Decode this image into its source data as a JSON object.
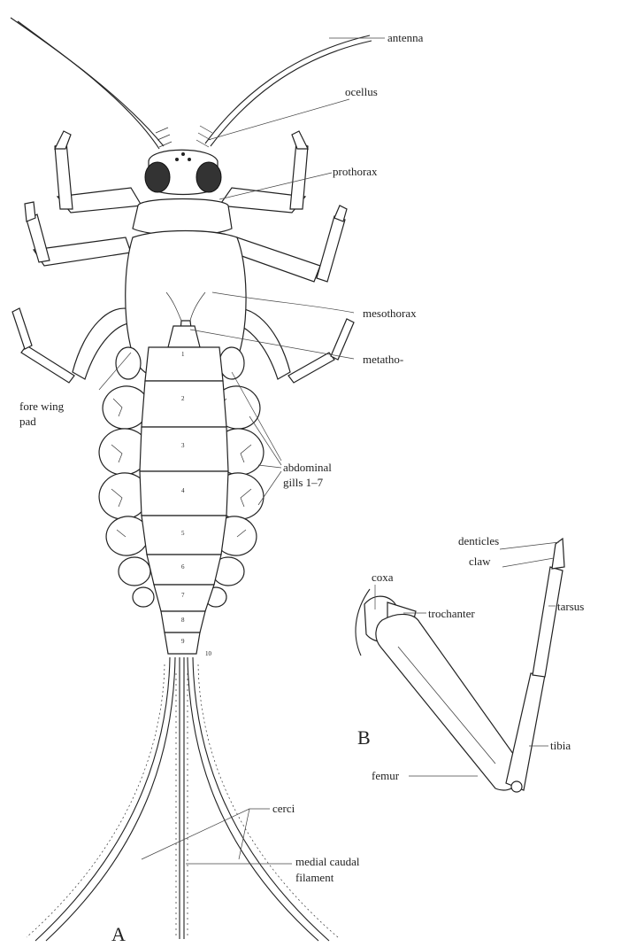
{
  "figure": {
    "labels": {
      "antenna": "antenna",
      "ocellus": "ocellus",
      "prothorax": "prothorax",
      "mesothorax": "mesothorax",
      "metathorax": "metatho-",
      "fore_wing_pad_1": "fore wing",
      "fore_wing_pad_2": "pad",
      "abdominal_gills_1": "abdominal",
      "abdominal_gills_2": "gills 1–7",
      "cerci": "cerci",
      "medial_caudal_1": "medial caudal",
      "medial_caudal_2": "filament",
      "panel_a": "A",
      "panel_b": "B",
      "coxa": "coxa",
      "trochanter": "trochanter",
      "femur": "femur",
      "tibia": "tibia",
      "tarsus": "tarsus",
      "claw": "claw",
      "denticles": "denticles",
      "segment_10": "10"
    },
    "segment_numbers": [
      "1",
      "2",
      "3",
      "4",
      "5",
      "6",
      "7",
      "8",
      "9"
    ]
  }
}
